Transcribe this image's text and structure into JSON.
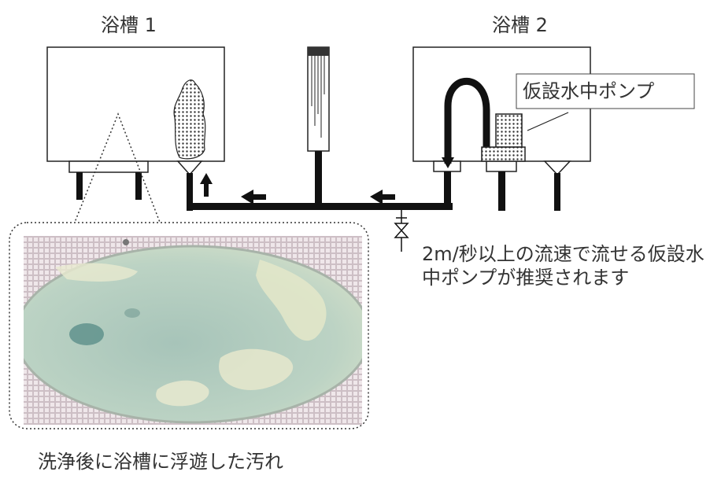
{
  "labels": {
    "tank1": "浴槽 1",
    "tank2": "浴槽 2",
    "pump": "仮設水中ポンプ",
    "flow_note": "2m/秒以上の流速で流せる仮設水中ポンプが推奨されます",
    "photo_caption": "洗浄後に浴槽に浮遊した汚れ"
  },
  "colors": {
    "line": "#111111",
    "water": "#b9d2c2",
    "tile": "#d8c9cf"
  }
}
